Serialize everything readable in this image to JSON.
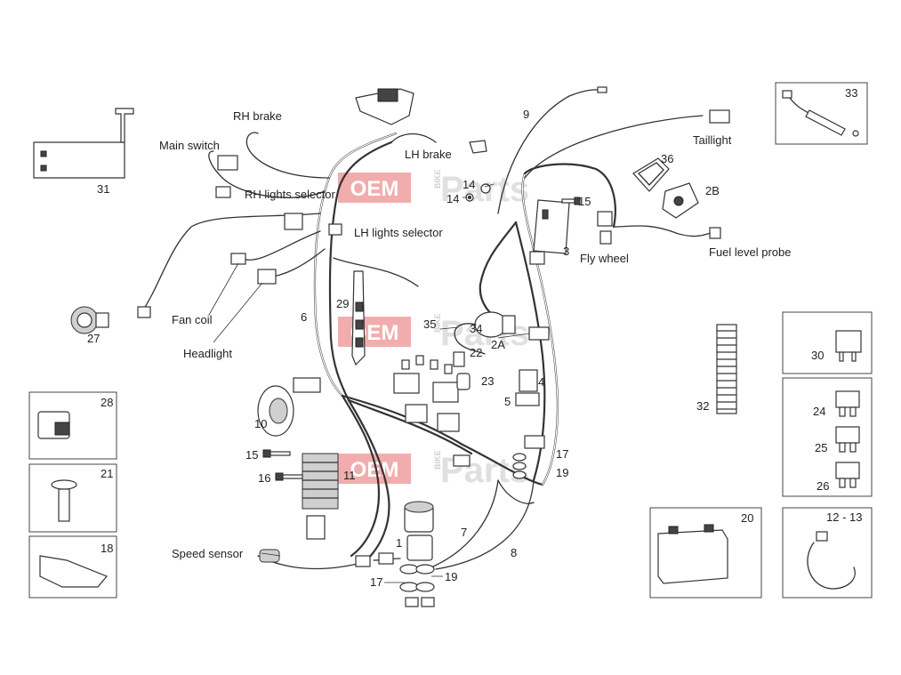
{
  "watermark": {
    "brand_left": "OEM",
    "brand_mid": "BIKE",
    "brand_right": "Parts",
    "color": "#e24b4b"
  },
  "labels": {
    "rh_brake": "RH brake",
    "main_switch": "Main switch",
    "rh_lights_selector": "RH lights selector",
    "lh_brake": "LH brake",
    "lh_lights_selector": "LH lights selector",
    "fan_coil": "Fan coil",
    "headlight": "Headlight",
    "taillight": "Taillight",
    "fly_wheel": "Fly wheel",
    "fuel_level_probe": "Fuel level probe",
    "speed_sensor": "Speed sensor"
  },
  "numbers": {
    "n31": "31",
    "n27": "27",
    "n28": "28",
    "n21": "21",
    "n18": "18",
    "n6": "6",
    "n29": "29",
    "n35": "35",
    "n34": "34",
    "n2a": "2A",
    "n22": "22",
    "n23": "23",
    "n10": "10",
    "n15a": "15",
    "n16": "16",
    "n11": "11",
    "n1": "1",
    "n17a": "17",
    "n19a": "19",
    "n7": "7",
    "n8": "8",
    "n17b": "17",
    "n19b": "19",
    "n4": "4",
    "n5": "5",
    "n9": "9",
    "n14a": "14",
    "n14b": "14",
    "n15b": "15",
    "n3": "3",
    "n36": "36",
    "n2b": "2B",
    "n33": "33",
    "n32": "32",
    "n30": "30",
    "n24": "24",
    "n25": "25",
    "n26": "26",
    "n20": "20",
    "n12_13": "12 - 13"
  }
}
